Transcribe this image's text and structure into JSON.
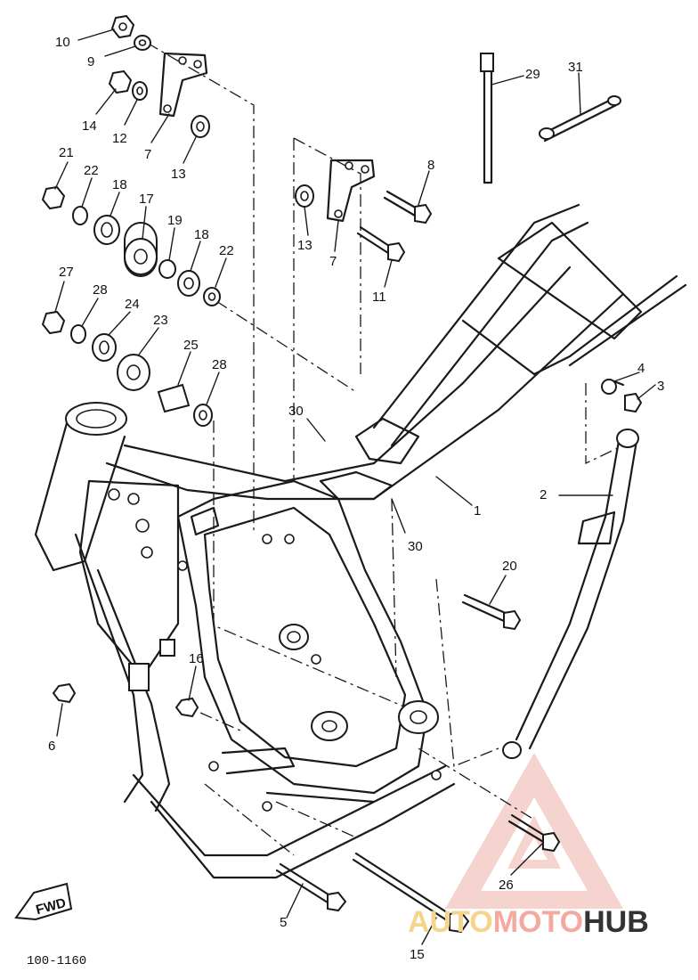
{
  "diagram": {
    "part_labels": [
      {
        "id": "label-10",
        "text": "10"
      },
      {
        "id": "label-9",
        "text": "9"
      },
      {
        "id": "label-14",
        "text": "14"
      },
      {
        "id": "label-12",
        "text": "12"
      },
      {
        "id": "label-7a",
        "text": "7"
      },
      {
        "id": "label-13a",
        "text": "13"
      },
      {
        "id": "label-21",
        "text": "21"
      },
      {
        "id": "label-22a",
        "text": "22"
      },
      {
        "id": "label-18a",
        "text": "18"
      },
      {
        "id": "label-17",
        "text": "17"
      },
      {
        "id": "label-19",
        "text": "19"
      },
      {
        "id": "label-18b",
        "text": "18"
      },
      {
        "id": "label-22b",
        "text": "22"
      },
      {
        "id": "label-27",
        "text": "27"
      },
      {
        "id": "label-28a",
        "text": "28"
      },
      {
        "id": "label-24",
        "text": "24"
      },
      {
        "id": "label-23",
        "text": "23"
      },
      {
        "id": "label-25",
        "text": "25"
      },
      {
        "id": "label-28b",
        "text": "28"
      },
      {
        "id": "label-8",
        "text": "8"
      },
      {
        "id": "label-13b",
        "text": "13"
      },
      {
        "id": "label-7b",
        "text": "7"
      },
      {
        "id": "label-11",
        "text": "11"
      },
      {
        "id": "label-29",
        "text": "29"
      },
      {
        "id": "label-31",
        "text": "31"
      },
      {
        "id": "label-4",
        "text": "4"
      },
      {
        "id": "label-3",
        "text": "3"
      },
      {
        "id": "label-30a",
        "text": "30"
      },
      {
        "id": "label-1",
        "text": "1"
      },
      {
        "id": "label-30b",
        "text": "30"
      },
      {
        "id": "label-2",
        "text": "2"
      },
      {
        "id": "label-20",
        "text": "20"
      },
      {
        "id": "label-16",
        "text": "16"
      },
      {
        "id": "label-6",
        "text": "6"
      },
      {
        "id": "label-26",
        "text": "26"
      },
      {
        "id": "label-5",
        "text": "5"
      },
      {
        "id": "label-15",
        "text": "15"
      }
    ],
    "direction_tag": "FWD",
    "drawing_code": "100-1160"
  },
  "watermark": {
    "part1": "AUTO",
    "part2": "MOTO",
    "part3": "HUB",
    "colors": {
      "auto": "#f5d58c",
      "moto": "#f4a9a0",
      "hub": "#333333",
      "logo": "#f2c6bf"
    }
  }
}
